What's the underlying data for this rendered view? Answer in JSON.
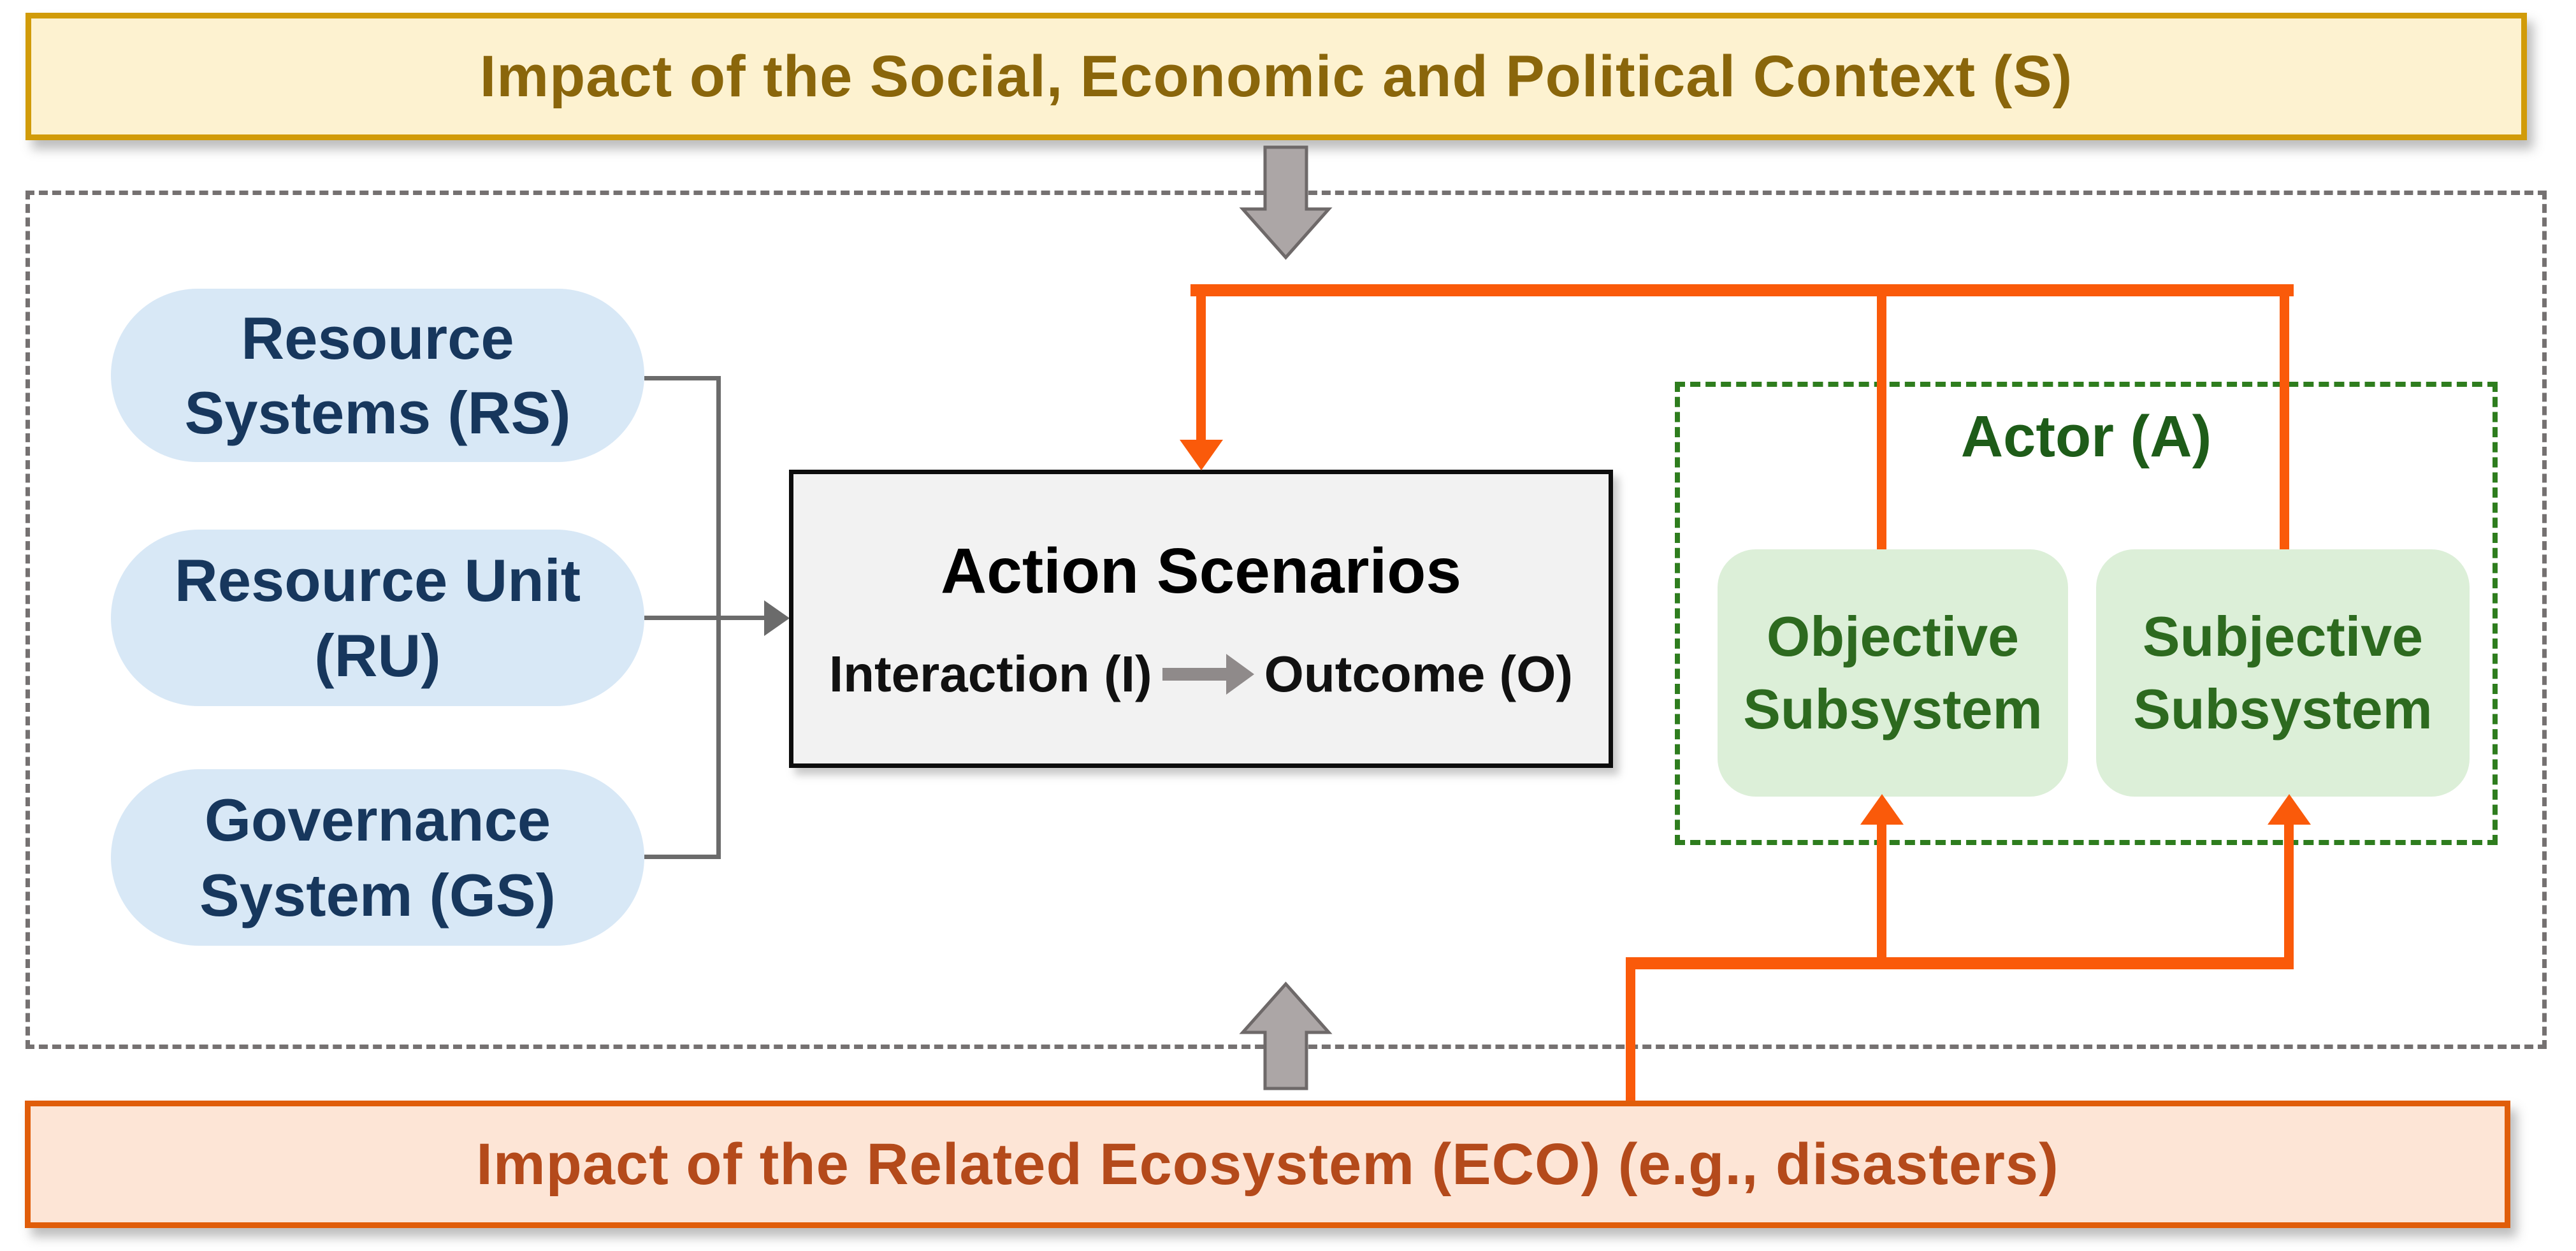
{
  "top_banner": {
    "label": "Impact of the Social, Economic and Political Context (S)"
  },
  "bottom_banner": {
    "label": "Impact of the Related Ecosystem (ECO) (e.g., disasters)"
  },
  "resources": {
    "resource_systems": "Resource\nSystems (RS)",
    "resource_unit": "Resource Unit\n(RU)",
    "governance_system": "Governance\nSystem (GS)"
  },
  "action_box": {
    "title": "Action Scenarios",
    "interaction": "Interaction (I)",
    "outcome": "Outcome (O)"
  },
  "actor": {
    "title": "Actor (A)",
    "objective": "Objective\nSubsystem",
    "subjective": "Subjective\nSubsystem"
  },
  "colors": {
    "top_banner_fill": "#fdf2d0",
    "top_banner_border": "#d19b09",
    "top_banner_text": "#8a660b",
    "bottom_banner_fill": "#fde5d6",
    "bottom_banner_border": "#e05d0a",
    "bottom_banner_text": "#b44a1b",
    "boundary_dash": "#757171",
    "pill_fill": "#d8e8f6",
    "pill_text": "#17375d",
    "action_fill": "#f2f2f2",
    "action_border": "#0d0d0d",
    "actor_dash": "#2e7d1e",
    "actor_text": "#1e5c19",
    "subsystem_fill": "#dcefd8",
    "subsystem_text": "#2d6a1f",
    "orange": "#fa5a0a",
    "gray_line": "#6b6b6b",
    "block_arrow_fill": "#aca6a6",
    "block_arrow_stroke": "#6e6969"
  }
}
